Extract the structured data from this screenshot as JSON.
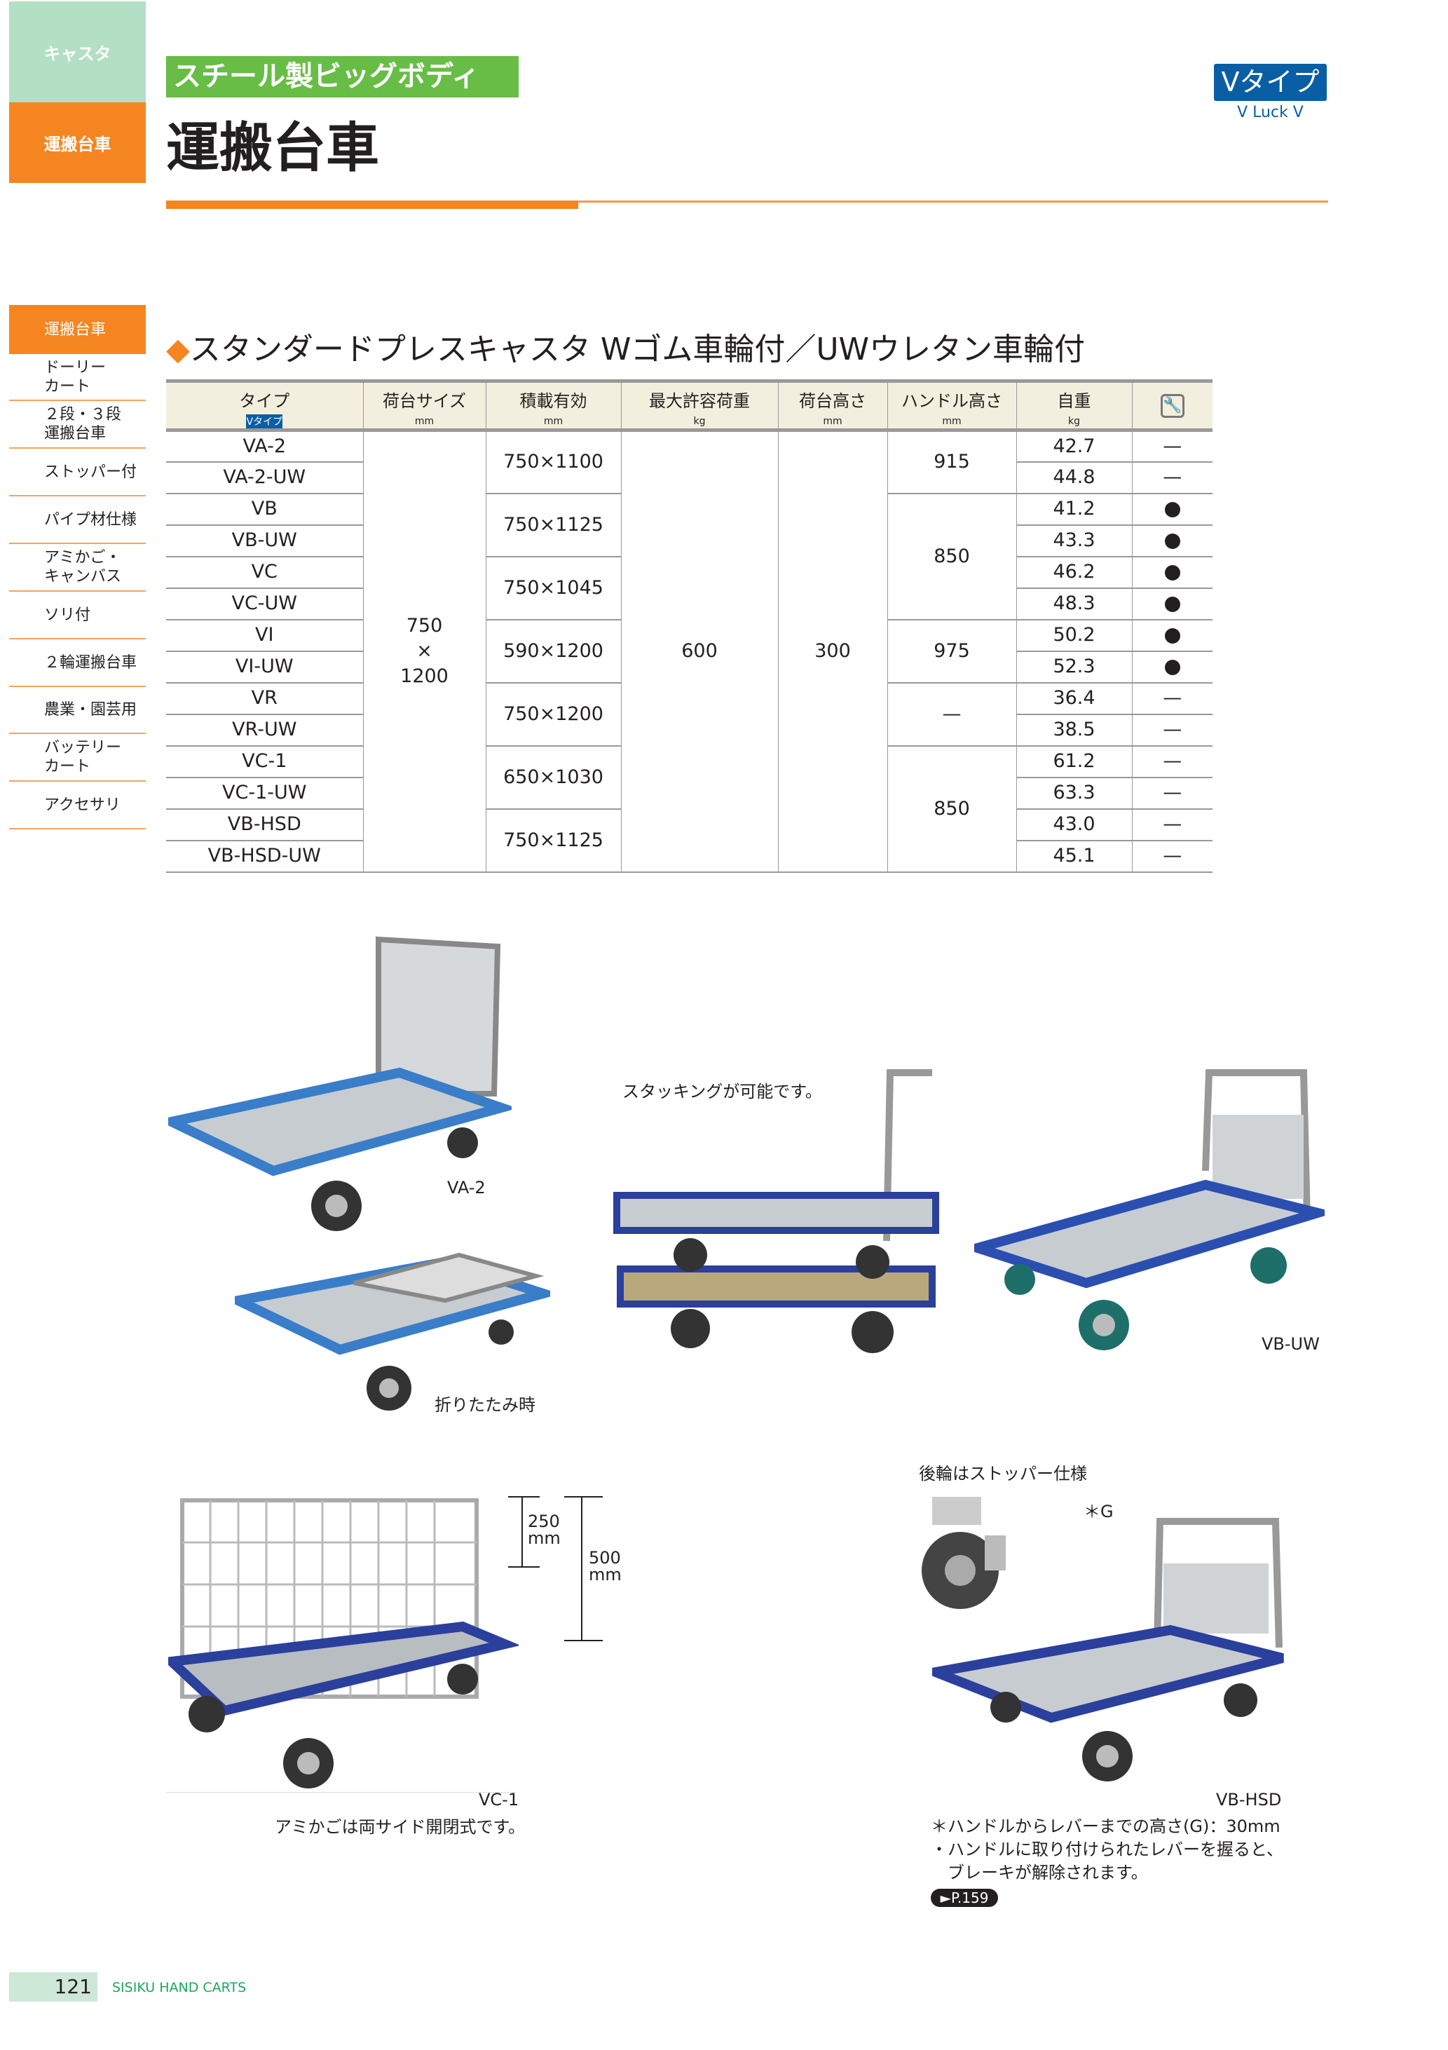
{
  "header": {
    "category_caster": "キャスタ",
    "category_active": "運搬台車",
    "subtitle": "スチール製ビッグボディ",
    "title": "運搬台車",
    "type_badge": "Vタイプ",
    "type_name": "V Luck V",
    "accent_orange": "#f58520",
    "accent_green": "#67bd46",
    "brand_blue": "#0a5ea4"
  },
  "sidebar": {
    "items": [
      {
        "label": "運搬台車",
        "active": true
      },
      {
        "label": "ドーリー\nカート"
      },
      {
        "label": "２段・３段\n運搬台車"
      },
      {
        "label": "ストッパー付"
      },
      {
        "label": "パイプ材仕様"
      },
      {
        "label": "アミかご・\nキャンバス"
      },
      {
        "label": "ソリ付"
      },
      {
        "label": "２輪運搬台車"
      },
      {
        "label": "農業・園芸用"
      },
      {
        "label": "バッテリー\nカート"
      },
      {
        "label": "アクセサリ"
      }
    ]
  },
  "section": {
    "title": "スタンダードプレスキャスタ Wゴム車輪付／UWウレタン車輪付"
  },
  "table": {
    "headers": [
      {
        "label": "タイプ",
        "badge": "Vタイプ"
      },
      {
        "label": "荷台サイズ",
        "unit": "mm"
      },
      {
        "label": "積載有効",
        "unit": "mm"
      },
      {
        "label": "最大許容荷重",
        "unit": "kg"
      },
      {
        "label": "荷台高さ",
        "unit": "mm"
      },
      {
        "label": "ハンドル高さ",
        "unit": "mm"
      },
      {
        "label": "自重",
        "unit": "kg"
      },
      {
        "icon": "wrench-icon"
      }
    ],
    "types": [
      "VA-2",
      "VA-2-UW",
      "VB",
      "VB-UW",
      "VC",
      "VC-UW",
      "VI",
      "VI-UW",
      "VR",
      "VR-UW",
      "VC-1",
      "VC-1-UW",
      "VB-HSD",
      "VB-HSD-UW"
    ],
    "size": [
      {
        "value": "750\n×\n1200",
        "span": 14
      }
    ],
    "effective": [
      {
        "value": "750×1100",
        "span": 2
      },
      {
        "value": "750×1125",
        "span": 2
      },
      {
        "value": "750×1045",
        "span": 2
      },
      {
        "value": "590×1200",
        "span": 2
      },
      {
        "value": "750×1200",
        "span": 2
      },
      {
        "value": "650×1030",
        "span": 2
      },
      {
        "value": "750×1125",
        "span": 2
      }
    ],
    "max_load": [
      {
        "value": "600",
        "span": 14
      }
    ],
    "deck_height": [
      {
        "value": "300",
        "span": 14
      }
    ],
    "handle_height": [
      {
        "value": "915",
        "span": 2
      },
      {
        "value": "850",
        "span": 4
      },
      {
        "value": "975",
        "span": 2
      },
      {
        "value": "—",
        "span": 2
      },
      {
        "value": "850",
        "span": 4
      }
    ],
    "weight": [
      "42.7",
      "44.8",
      "41.2",
      "43.3",
      "46.2",
      "48.3",
      "50.2",
      "52.3",
      "36.4",
      "38.5",
      "61.2",
      "63.3",
      "43.0",
      "45.1"
    ],
    "stopper": [
      "—",
      "—",
      "●",
      "●",
      "●",
      "●",
      "●",
      "●",
      "—",
      "—",
      "—",
      "—",
      "—",
      "—"
    ]
  },
  "figures": {
    "va2": "VA-2",
    "stacking": "スタッキングが可能です。",
    "vbuw": "VB-UW",
    "folded": "折りたたみ時",
    "rear_stopper": "後輪はストッパー仕様",
    "dim1": "250\nmm",
    "dim2": "500\nmm",
    "g_mark": "＊G",
    "vc1": "VC-1",
    "vc1_note": "アミかごは両サイド開閉式です。",
    "vbhsd": "VB-HSD",
    "note1": "＊ハンドルからレバーまでの高さ(G)：30mm",
    "note2": "・ハンドルに取り付けられたレバーを握ると、",
    "note3": "　ブレーキが解除されます。",
    "page_ref": "►P.159"
  },
  "footer": {
    "page_number": "121",
    "brand": "SISIKU HAND CARTS"
  }
}
